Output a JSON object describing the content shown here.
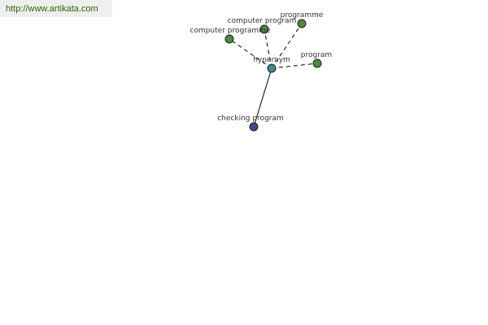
{
  "watermark": {
    "text": "http://www.artikata.com",
    "color": "#336600"
  },
  "colors": {
    "center_fill": "#3a8c8c",
    "leaf_fill": "#4d8a3f",
    "root_fill": "#3d4a8c",
    "node_stroke": "#222222",
    "edge": "#000000",
    "label": "#333333"
  },
  "graph": {
    "center": {
      "id": "hypernym",
      "label": "hypernym",
      "kind": "center"
    },
    "nodes": [
      {
        "id": "computer-program",
        "label": "computer program",
        "kind": "leaf"
      },
      {
        "id": "programme",
        "label": "programme",
        "kind": "leaf"
      },
      {
        "id": "computer-programme",
        "label": "computer programme",
        "kind": "leaf"
      },
      {
        "id": "program",
        "label": "program",
        "kind": "leaf"
      },
      {
        "id": "checking-program",
        "label": "checking program",
        "kind": "root"
      }
    ],
    "edges": [
      {
        "from": "hypernym",
        "to": "computer-program",
        "style": "dashed"
      },
      {
        "from": "hypernym",
        "to": "programme",
        "style": "dashed"
      },
      {
        "from": "hypernym",
        "to": "computer-programme",
        "style": "dashed"
      },
      {
        "from": "hypernym",
        "to": "program",
        "style": "dashed"
      },
      {
        "from": "hypernym",
        "to": "checking-program",
        "style": "solid"
      }
    ]
  }
}
